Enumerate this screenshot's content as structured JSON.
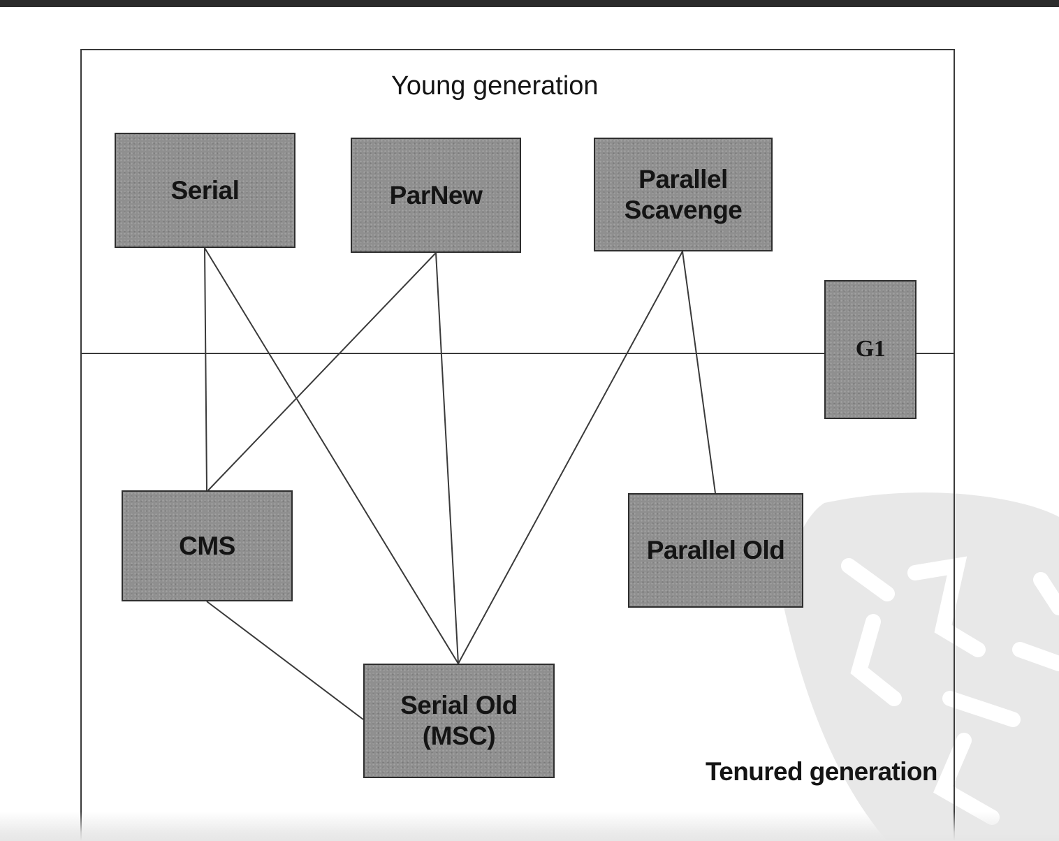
{
  "regions": {
    "young": "Young generation",
    "tenured": "Tenured generation"
  },
  "collectors": {
    "serial": "Serial",
    "parnew": "ParNew",
    "parallel_scavenge": "Parallel\nScavenge",
    "g1": "G1",
    "cms": "CMS",
    "parallel_old": "Parallel Old",
    "serial_old": "Serial Old\n(MSC)"
  },
  "connections": [
    [
      "serial",
      "cms"
    ],
    [
      "serial",
      "serial_old"
    ],
    [
      "parnew",
      "cms"
    ],
    [
      "parnew",
      "serial_old"
    ],
    [
      "parallel_scavenge",
      "serial_old"
    ],
    [
      "parallel_scavenge",
      "parallel_old"
    ],
    [
      "cms",
      "serial_old"
    ]
  ],
  "colors": {
    "box_fill": "#8f8f8f",
    "line": "#3a3a3a",
    "text": "#141414"
  }
}
